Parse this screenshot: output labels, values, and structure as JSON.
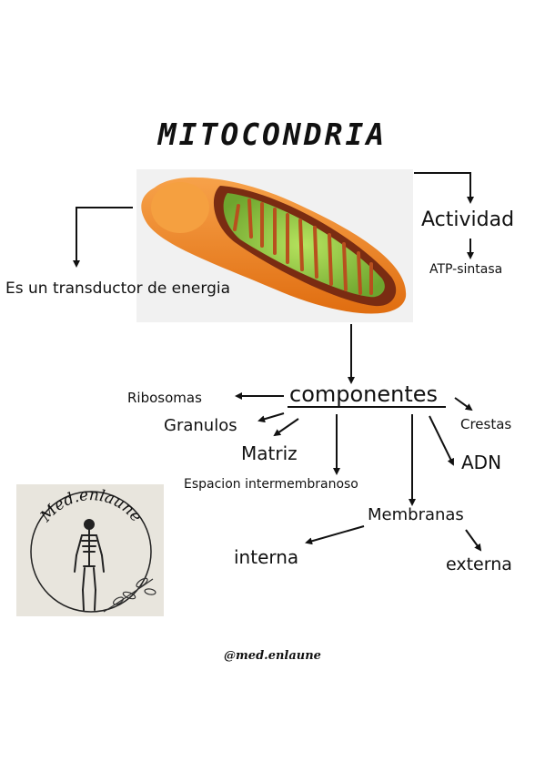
{
  "title": "MITOCONDRIA",
  "nodes": {
    "actividad": "Actividad",
    "atp": "ATP-sintasa",
    "transductor": "Es un transductor de energia",
    "componentes": "componentes",
    "ribosomas": "Ribosomas",
    "granulos": "Granulos",
    "matriz": "Matriz",
    "crestas": "Crestas",
    "adn": "ADN",
    "espacio": "Espacion intermembranoso",
    "membranas": "Membranas",
    "interna": "interna",
    "externa": "externa"
  },
  "logo": {
    "text": "Med.enlaune"
  },
  "footer": "@med.enlaune",
  "colors": {
    "mito_outer": "#f08a22",
    "mito_inner": "#8bc34a",
    "background": "#ffffff"
  }
}
